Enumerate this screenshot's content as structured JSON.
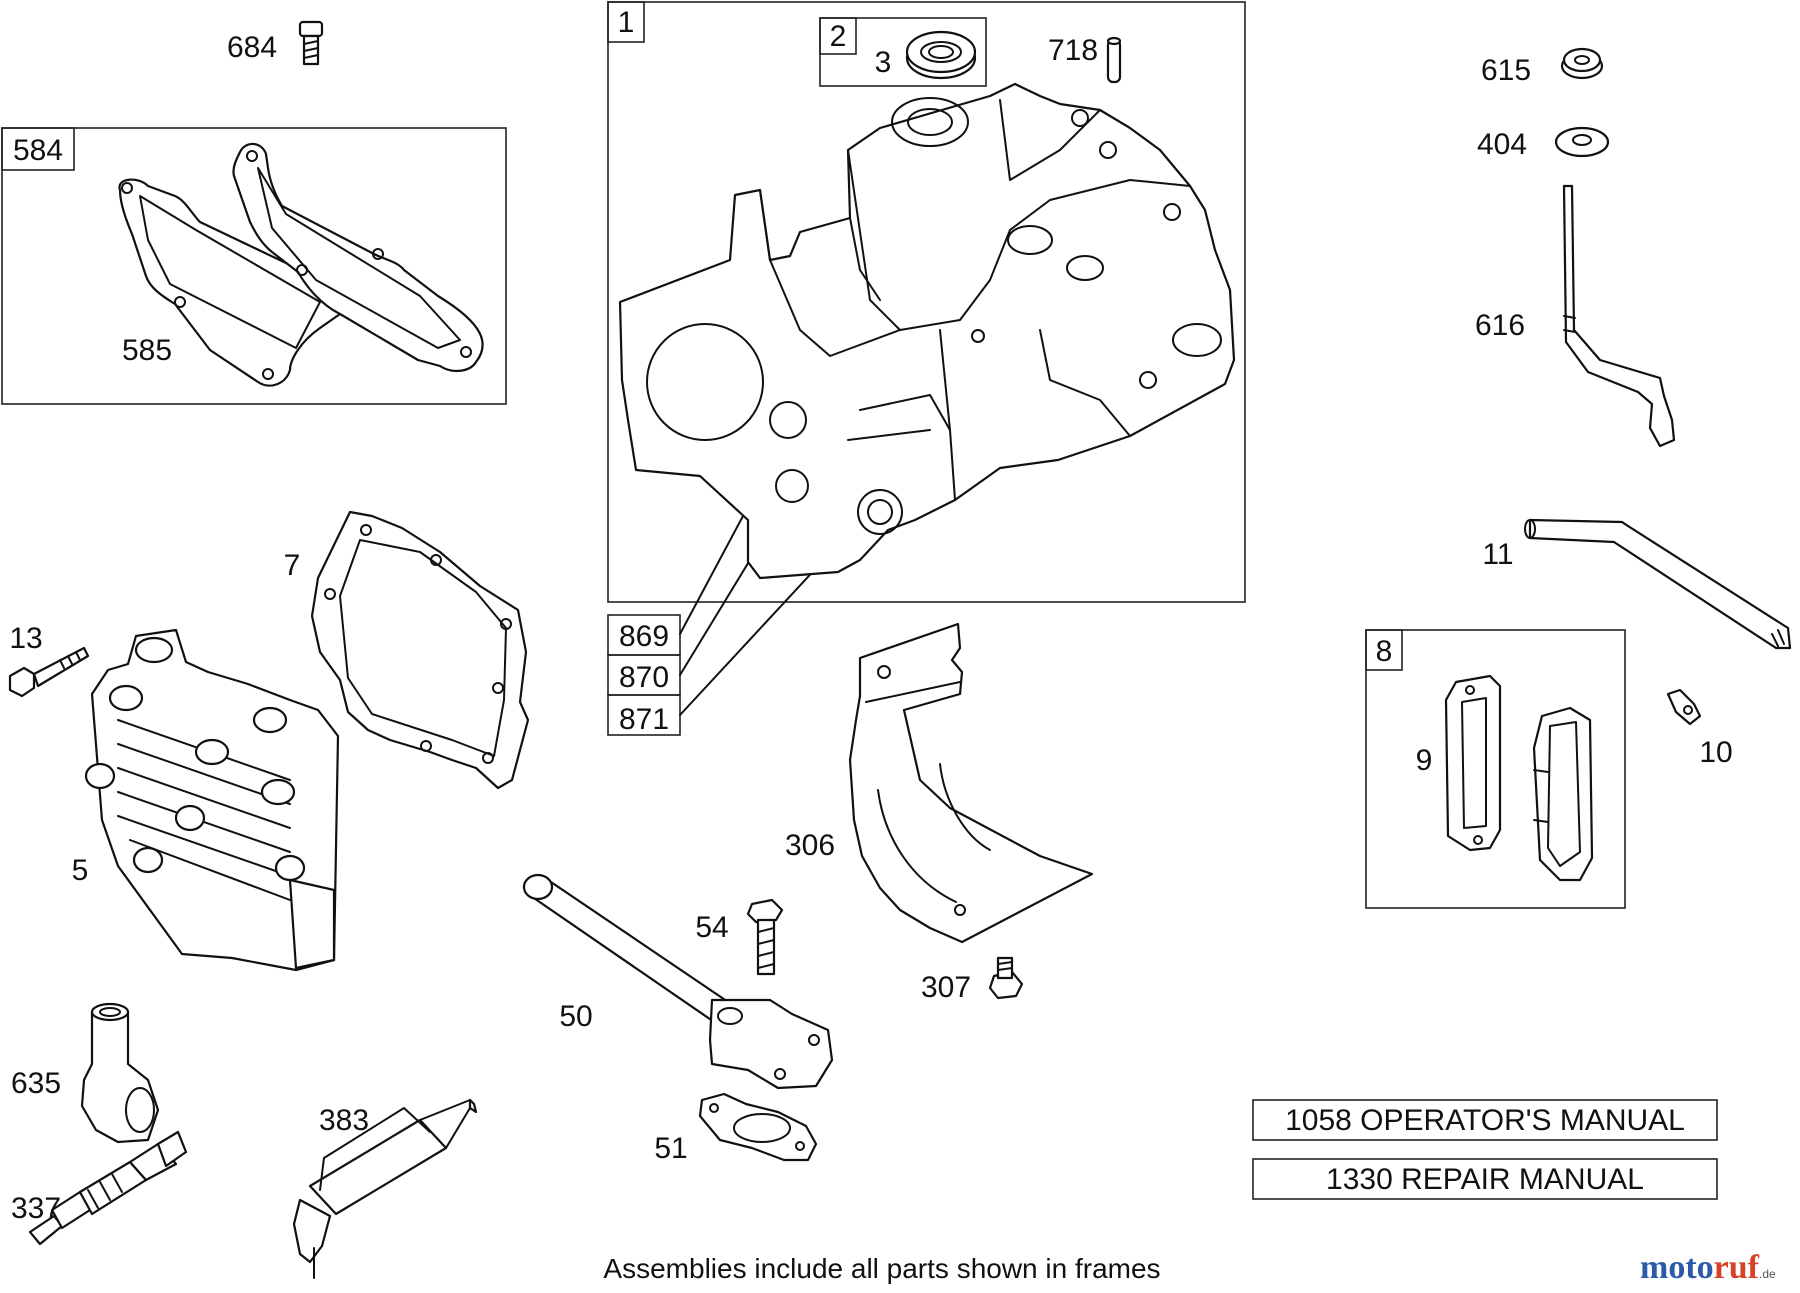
{
  "callouts": {
    "p684": "684",
    "p584": "584",
    "p585": "585",
    "p1": "1",
    "p2": "2",
    "p3": "3",
    "p718": "718",
    "p615": "615",
    "p404": "404",
    "p616": "616",
    "p11": "11",
    "p7": "7",
    "p13": "13",
    "p5": "5",
    "p869": "869",
    "p870": "870",
    "p871": "871",
    "p306": "306",
    "p8": "8",
    "p9": "9",
    "p10": "10",
    "p54": "54",
    "p307": "307",
    "p50": "50",
    "p51": "51",
    "p635": "635",
    "p383": "383",
    "p337": "337"
  },
  "manuals": {
    "operator": "1058 OPERATOR'S MANUAL",
    "repair": "1330 REPAIR MANUAL"
  },
  "caption": "Assemblies include all parts shown in frames",
  "watermark": {
    "brand_a": "moto",
    "brand_b": "ruf",
    "suffix": ".de"
  },
  "colors": {
    "watermark_blue": "#2d5aa8",
    "watermark_red": "#d8402a",
    "ink": "#111111"
  }
}
